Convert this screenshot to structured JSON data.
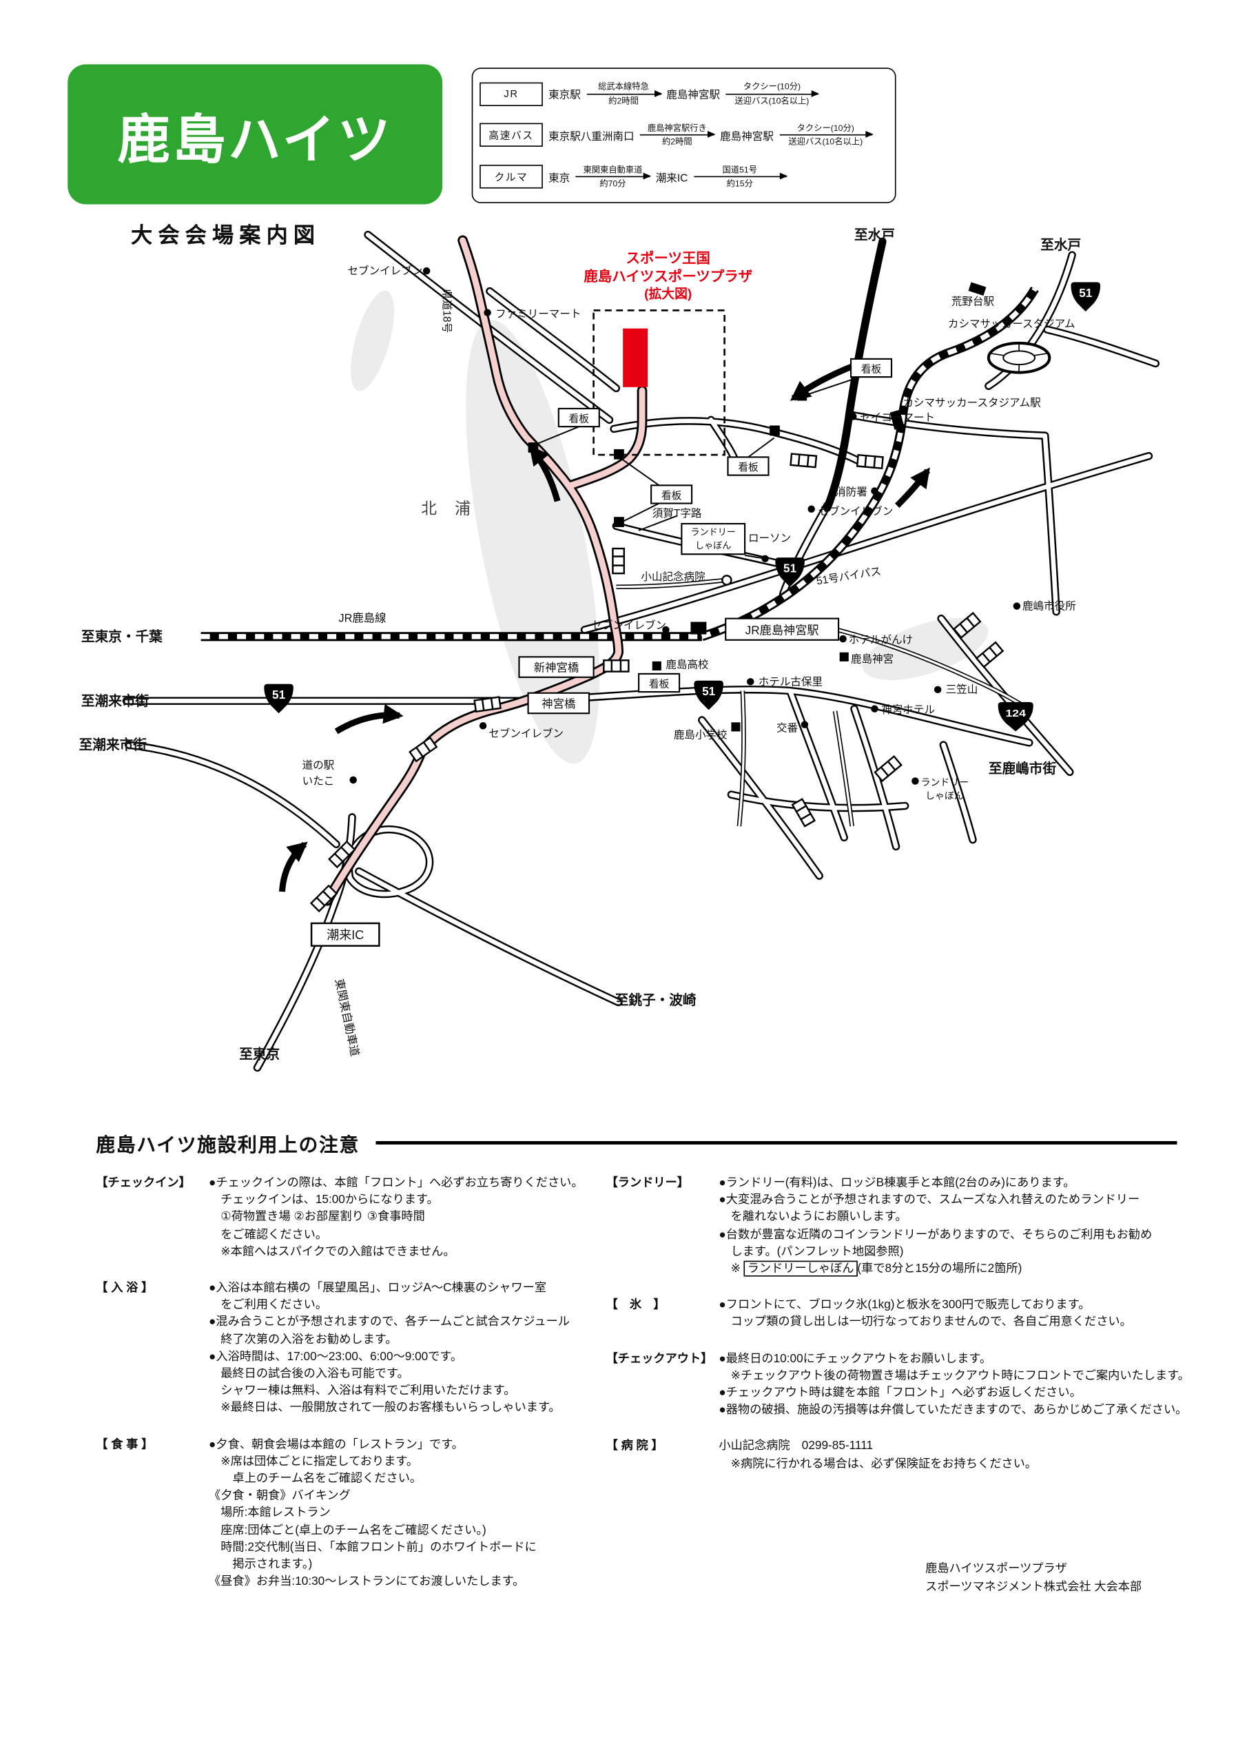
{
  "header": {
    "logo_title": "鹿島ハイツ",
    "access": {
      "rows": [
        {
          "mode": "JR",
          "from": "東京駅",
          "via_top": "総武本線特急",
          "via_bottom": "約2時間",
          "mid": "鹿島神宮駅",
          "end_top": "タクシー(10分)",
          "end_bottom": "送迎バス(10名以上)"
        },
        {
          "mode": "高速バス",
          "from": "東京駅八重洲南口",
          "via_top": "鹿島神宮駅行き",
          "via_bottom": "約2時間",
          "mid": "鹿島神宮駅",
          "end_top": "タクシー(10分)",
          "end_bottom": "送迎バス(10名以上)"
        },
        {
          "mode": "クルマ",
          "from": "東京",
          "via_top": "東関東自動車道",
          "via_bottom": "約70分",
          "mid": "潮来IC",
          "end_top": "国道51号",
          "end_bottom": "約15分"
        }
      ]
    }
  },
  "map": {
    "title": "大会会場案内図",
    "labels": {
      "to_mito": "至水戸",
      "seven": "セブンイレブン",
      "family_mart": "ファミリーマート",
      "kendo_18": "県道18号",
      "venue_line1": "スポーツ王国",
      "venue_line2": "鹿島ハイツスポーツプラザ",
      "venue_line3": "(拡大図)",
      "arano_station": "荒野台駅",
      "kashima_stadium": "カシマサッカースタジアム",
      "kashima_stadium_station": "カシマサッカースタジアム駅",
      "seiko_mart": "セイコーマート",
      "kanban": "看板",
      "fire_station": "消防署",
      "suga_t": "須賀T字路",
      "laundry_l1": "ランドリー",
      "laundry_l2": "しゃぼん",
      "lawson": "ローソン",
      "koyama_hospital": "小山記念病院",
      "route_51": "51",
      "route_124": "124",
      "bypass_51": "51号バイパス",
      "jr_kashima_line": "JR鹿島線",
      "to_tokyo_chiba": "至東京・千葉",
      "jr_kashima_jingu_sta": "JR鹿島神宮駅",
      "hotel_ganke": "ホテルがんけ",
      "kashima_jingu": "鹿島神宮",
      "city_office": "鹿嶋市役所",
      "shin_jingu_bridge": "新神宮橋",
      "kashima_hs": "鹿島高校",
      "hotel_kohori": "ホテル古保里",
      "mikasayama": "三笠山",
      "to_itako": "至潮来市街",
      "jingu_bridge": "神宮橋",
      "kashima_es": "鹿島小学校",
      "koban": "交番",
      "jingu_hotel": "神宮ホテル",
      "to_kashima_city": "至鹿嶋市街",
      "michinoeki_l1": "道の駅",
      "michinoeki_l2": "いたこ",
      "itako_ic": "潮来IC",
      "to_choshi": "至銚子・波崎",
      "higashi_kanto": "東関東自動車道",
      "to_tokyo": "至東京",
      "kitaura": "北 浦"
    }
  },
  "notes": {
    "heading": "鹿島ハイツ施設利用上の注意",
    "left": [
      {
        "label": "【チェックイン】",
        "lines": [
          "●チェックインの際は、本館「フロント」へ必ずお立ち寄りください。",
          "チェックインは、15:00からになります。",
          "①荷物置き場 ②お部屋割り ③食事時間",
          "をご確認ください。",
          "※本館へはスパイクでの入館はできません。"
        ]
      },
      {
        "label": "【 入 浴 】",
        "lines": [
          "●入浴は本館右横の「展望風呂」、ロッジA〜C棟裏のシャワー室",
          "をご利用ください。",
          "●混み合うことが予想されますので、各チームごと試合スケジュール",
          "終了次第の入浴をお勧めします。",
          "●入浴時間は、17:00〜23:00、6:00〜9:00です。",
          "最終日の試合後の入浴も可能です。",
          "シャワー棟は無料、入浴は有料でご利用いただけます。",
          "※最終日は、一般開放されて一般のお客様もいらっしゃいます。"
        ]
      },
      {
        "label": "【 食 事 】",
        "lines": [
          "●夕食、朝食会場は本館の「レストラン」です。",
          "※席は団体ごとに指定しております。",
          "卓上のチーム名をご確認ください。",
          "《夕食・朝食》バイキング",
          "場所:本館レストラン",
          "座席:団体ごと(卓上のチーム名をご確認ください。)",
          "時間:2交代制(当日、「本館フロント前」のホワイトボードに",
          "掲示されます。)",
          "《昼食》お弁当:10:30〜レストランにてお渡しいたします。"
        ]
      }
    ],
    "right": [
      {
        "label": "【ランドリー】",
        "lines": [
          "●ランドリー(有料)は、ロッジB棟裏手と本館(2台のみ)にあります。",
          "●大変混み合うことが予想されますので、スムーズな入れ替えのためランドリー",
          "を離れないようにお願いします。",
          "●台数が豊富な近隣のコインランドリーがありますので、そちらのご利用もお勧め",
          "します。(パンフレット地図参照)"
        ],
        "special": {
          "prefix": "※ ",
          "boxed": "ランドリーしゃぼん",
          "suffix": "(車で8分と15分の場所に2箇所)"
        }
      },
      {
        "label": "【　氷　】",
        "lines": [
          "●フロントにて、ブロック氷(1kg)と板氷を300円で販売しております。",
          "コップ類の貸し出しは一切行なっておりませんので、各自ご用意ください。"
        ]
      },
      {
        "label": "【チェックアウト】",
        "lines": [
          "●最終日の10:00にチェックアウトをお願いします。",
          "※チェックアウト後の荷物置き場はチェックアウト時にフロントでご案内いたします。",
          "●チェックアウト時は鍵を本館「フロント」へ必ずお返しください。",
          "●器物の破損、施設の汚損等は弁償していただきますので、あらかじめご了承ください。"
        ]
      },
      {
        "label": "【 病 院 】",
        "lines": [
          "小山記念病院　0299-85-1111",
          "※病院に行かれる場合は、必ず保険証をお持ちください。"
        ]
      }
    ]
  },
  "footer": {
    "line1": "鹿島ハイツスポーツプラザ",
    "line2": "スポーツマネジメント株式会社 大会本部"
  }
}
